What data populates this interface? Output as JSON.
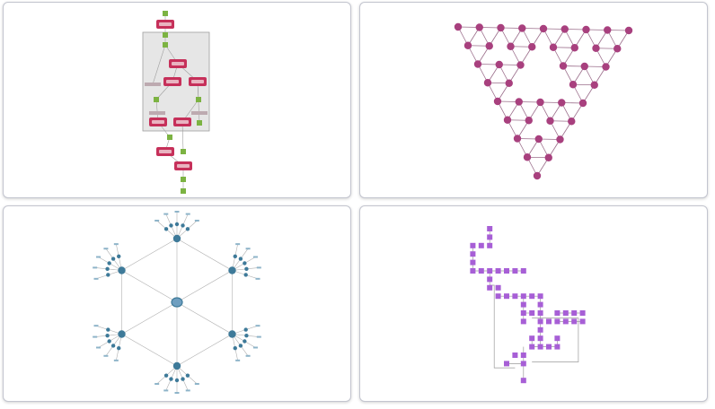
{
  "cards": [
    {
      "graph": "hierarchical-flow"
    },
    {
      "graph": "sierpinski-triangle"
    },
    {
      "graph": "radial-tree"
    },
    {
      "graph": "orthogonal-grid"
    }
  ],
  "colors": {
    "card_border": "#c3c5cf",
    "flow_node_fill": "#c6305a",
    "flow_node_inner": "#e9b3c0",
    "flow_port": "#7cb342",
    "flow_group_fill": "#e6e6e6",
    "flow_label": "#bdaab0",
    "tri_node": "#a8407e",
    "tri_edge": "#9b6e8b",
    "radial_node": "#3e7a99",
    "radial_leaf": "#8eb4c9",
    "radial_center": "#6f9fc0",
    "grid_node": "#a75fd6",
    "grid_edge": "#9a9a9a"
  }
}
